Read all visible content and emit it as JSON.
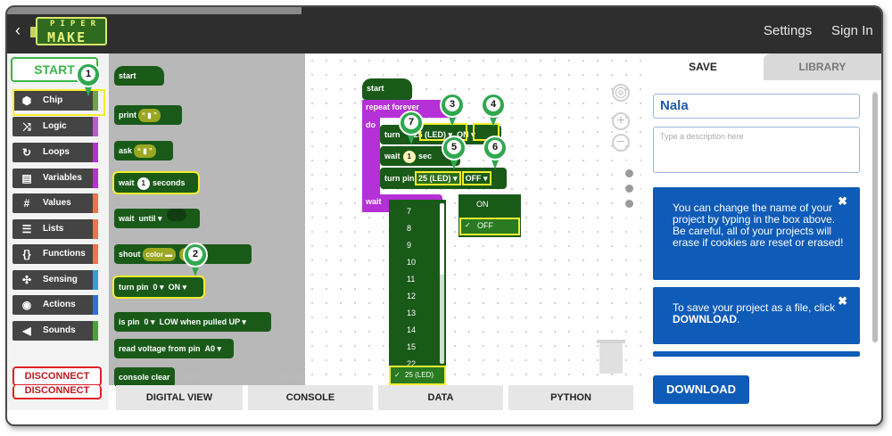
{
  "header": {
    "back_icon": "‹",
    "logo_line1": "PIPER",
    "logo_line2": "MAKE",
    "settings": "Settings",
    "sign_in": "Sign In"
  },
  "sidebar": {
    "start": "START",
    "categories": [
      {
        "label": "Chip",
        "icon": "chip-icon",
        "color": "#6fa24a"
      },
      {
        "label": "Logic",
        "icon": "shuffle-icon",
        "color": "#b85cd0"
      },
      {
        "label": "Loops",
        "icon": "loop-icon",
        "color": "#b530d6"
      },
      {
        "label": "Variables",
        "icon": "variables-icon",
        "color": "#b530d6"
      },
      {
        "label": "Values",
        "icon": "hash-icon",
        "color": "#f46f4c"
      },
      {
        "label": "Lists",
        "icon": "list-icon",
        "color": "#f46f4c"
      },
      {
        "label": "Functions",
        "icon": "braces-icon",
        "color": "#f46f4c"
      },
      {
        "label": "Sensing",
        "icon": "sensing-icon",
        "color": "#2fa0d8"
      },
      {
        "label": "Actions",
        "icon": "target-icon",
        "color": "#2f6fd8"
      },
      {
        "label": "Sounds",
        "icon": "speaker-icon",
        "color": "#4d9f3a"
      }
    ],
    "disconnect_top": "DISCONNECT",
    "disconnect_bottom": "DISCONNECT"
  },
  "flyout": {
    "start": "start",
    "print": "print",
    "ask": "ask",
    "wait": "wait",
    "wait_value": "1",
    "seconds": "seconds",
    "wait_until": "wait",
    "until": "until ▾",
    "shout": "shout",
    "color": "color",
    "turn_pin": "turn pin",
    "turn_pin_num": "0 ▾",
    "turn_pin_state": "ON ▾",
    "is_pin": "is pin",
    "is_pin_num": "0 ▾",
    "low_pulled": "LOW when pulled UP ▾",
    "read_voltage": "read voltage from pin",
    "read_pin": "A0 ▾",
    "console_clear": "console clear",
    "quote_open": "“",
    "quote_close": "”"
  },
  "workspace": {
    "start": "start",
    "repeat_forever": "repeat forever",
    "do": "do",
    "turn1": "turn",
    "turn1_pin": "25 (LED) ▾",
    "turn1_state": "ON ▾",
    "wait": "wait",
    "wait_value": "1",
    "seconds": "sec",
    "turn2": "turn pin",
    "turn2_pin": "25 (LED) ▾",
    "turn2_state": "OFF ▾",
    "wait_tail": "wait",
    "zoom_center": "◎",
    "zoom_in": "+",
    "zoom_out": "−",
    "state_options": [
      "ON",
      "OFF"
    ],
    "pin_options": [
      "7",
      "8",
      "9",
      "10",
      "11",
      "12",
      "13",
      "14",
      "15",
      "22",
      "25 (LED)"
    ],
    "check": "✓"
  },
  "bottom_tabs": [
    "DIGITAL VIEW",
    "CONSOLE",
    "DATA",
    "PYTHON"
  ],
  "bottom_ghosts": [
    "VIEW",
    "CONSO"
  ],
  "panel": {
    "tab_save": "SAVE",
    "tab_library": "LIBRARY",
    "project_name": "Nala",
    "description_placeholder": "Type a description here",
    "info1": "You can change the name of your project by typing in the box above. Be careful, all of your projects will erase if cookies are reset or erased!",
    "info2_pre": "To save your project as a file, click ",
    "info2_bold": "DOWNLOAD",
    "info2_post": ".",
    "close": "✖",
    "download": "DOWNLOAD"
  },
  "annotations": [
    "1",
    "2",
    "3",
    "4",
    "5",
    "6",
    "7"
  ],
  "colors": {
    "accent": "#3bb54a",
    "block": "#195a19",
    "highlight": "#f3ee2c",
    "panel_blue": "#0f5bb8",
    "disconnect": "#e21f26"
  }
}
